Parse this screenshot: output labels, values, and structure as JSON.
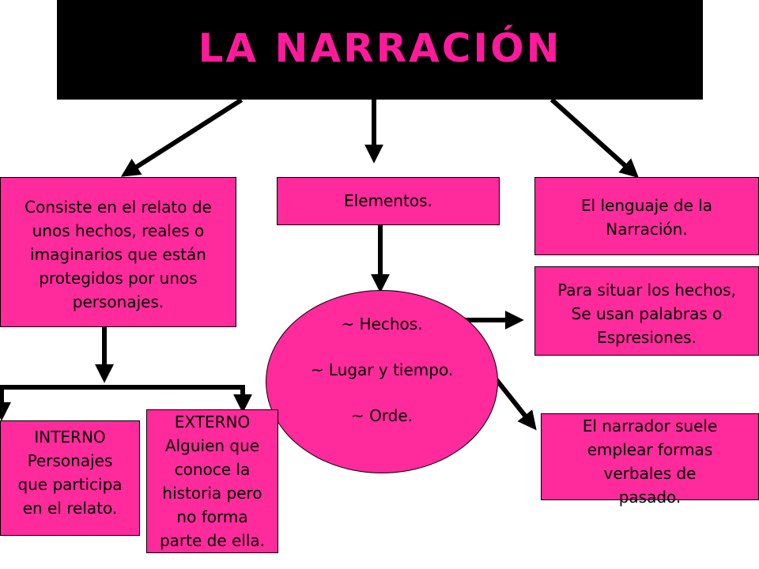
{
  "title": "LA NARRACIÓN",
  "colors": {
    "box_fill": "#ff2a9b",
    "title_color": "#ff1a9c",
    "header_bg": "#000000"
  },
  "definition": "Consiste en el relato de\nunos hechos, reales o\nimaginarios que están\nprotegidos por unos\npersonajes.",
  "elements": {
    "label": "Elementos.",
    "items": [
      "~ Hechos.",
      "~ Lugar y tiempo.",
      "~ Orde."
    ]
  },
  "language": {
    "label": "El lenguaje de la\nNarración.",
    "situate": "Para situar los hechos,\nSe usan palabras o\nEspresiones.",
    "verbs": "El narrador suele\nemplear formas\nverbales de\npasado."
  },
  "narrators": {
    "internal": "INTERNO\nPersonajes\nque participa\nen el relato.",
    "external": "EXTERNO\nAlguien que\nconoce la\nhistoria pero\nno forma\nparte de ella."
  }
}
